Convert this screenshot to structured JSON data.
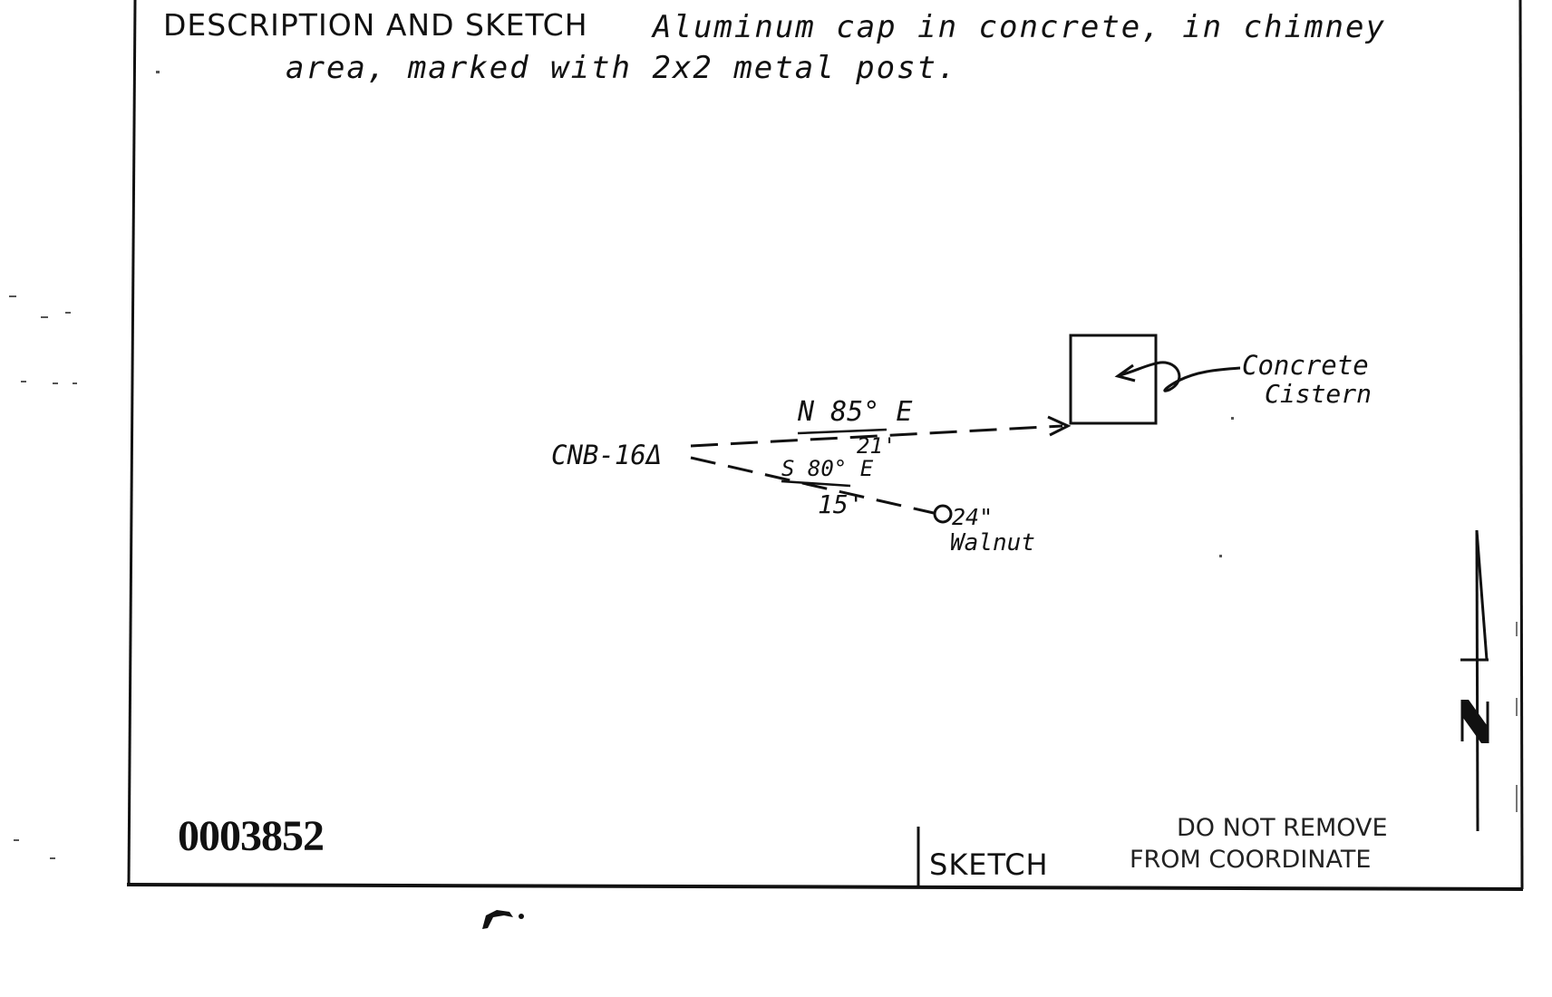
{
  "header": {
    "label": "DESCRIPTION  AND SKETCH"
  },
  "description": {
    "line1": "Aluminum cap in concrete, in chimney",
    "line2": "area, marked with 2x2 metal post."
  },
  "sketch": {
    "station": "CNB-16Δ",
    "bearing_to_cistern": "N 85° E",
    "distance_to_cistern": "21'",
    "bearing_to_tree": "S 80° E",
    "distance_to_tree": "15'",
    "tree_size": "24\"",
    "tree_species": "Walnut",
    "feature_line1": "Concrete",
    "feature_line2": "Cistern"
  },
  "footer": {
    "card_number": "0003852",
    "sketch_label": "SKETCH",
    "stamp_line1": "DO NOT REMOVE",
    "stamp_line2": "FROM COORDINATE"
  }
}
